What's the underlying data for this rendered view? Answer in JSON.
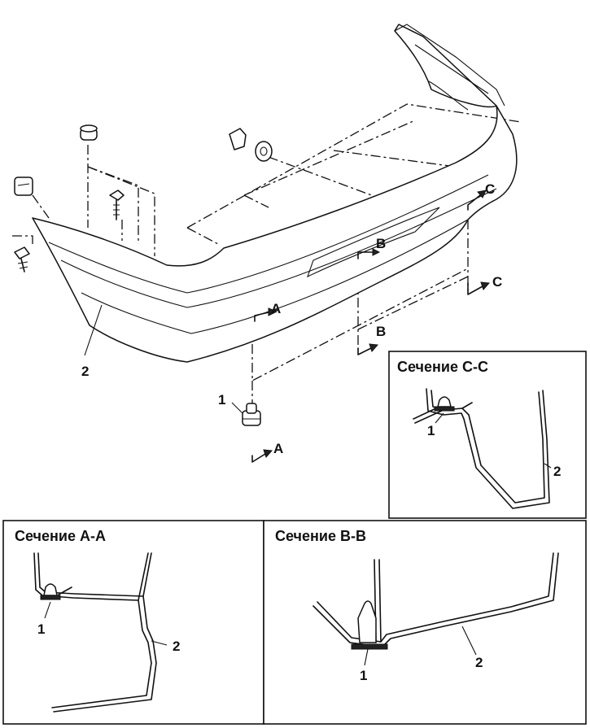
{
  "main_view": {
    "labels": {
      "clip": "1",
      "bumper": "2",
      "section_a_top": "A",
      "section_a_bottom": "A",
      "section_b_top": "B",
      "section_b_bottom": "B",
      "section_c_top": "C",
      "section_c_right": "C"
    }
  },
  "sections": {
    "cc": {
      "title": "Сечение С-С",
      "label_clip": "1",
      "label_bumper": "2"
    },
    "aa": {
      "title": "Сечение А-А",
      "label_clip": "1",
      "label_bumper": "2"
    },
    "bb": {
      "title": "Сечение В-В",
      "label_clip": "1",
      "label_bumper": "2"
    }
  }
}
